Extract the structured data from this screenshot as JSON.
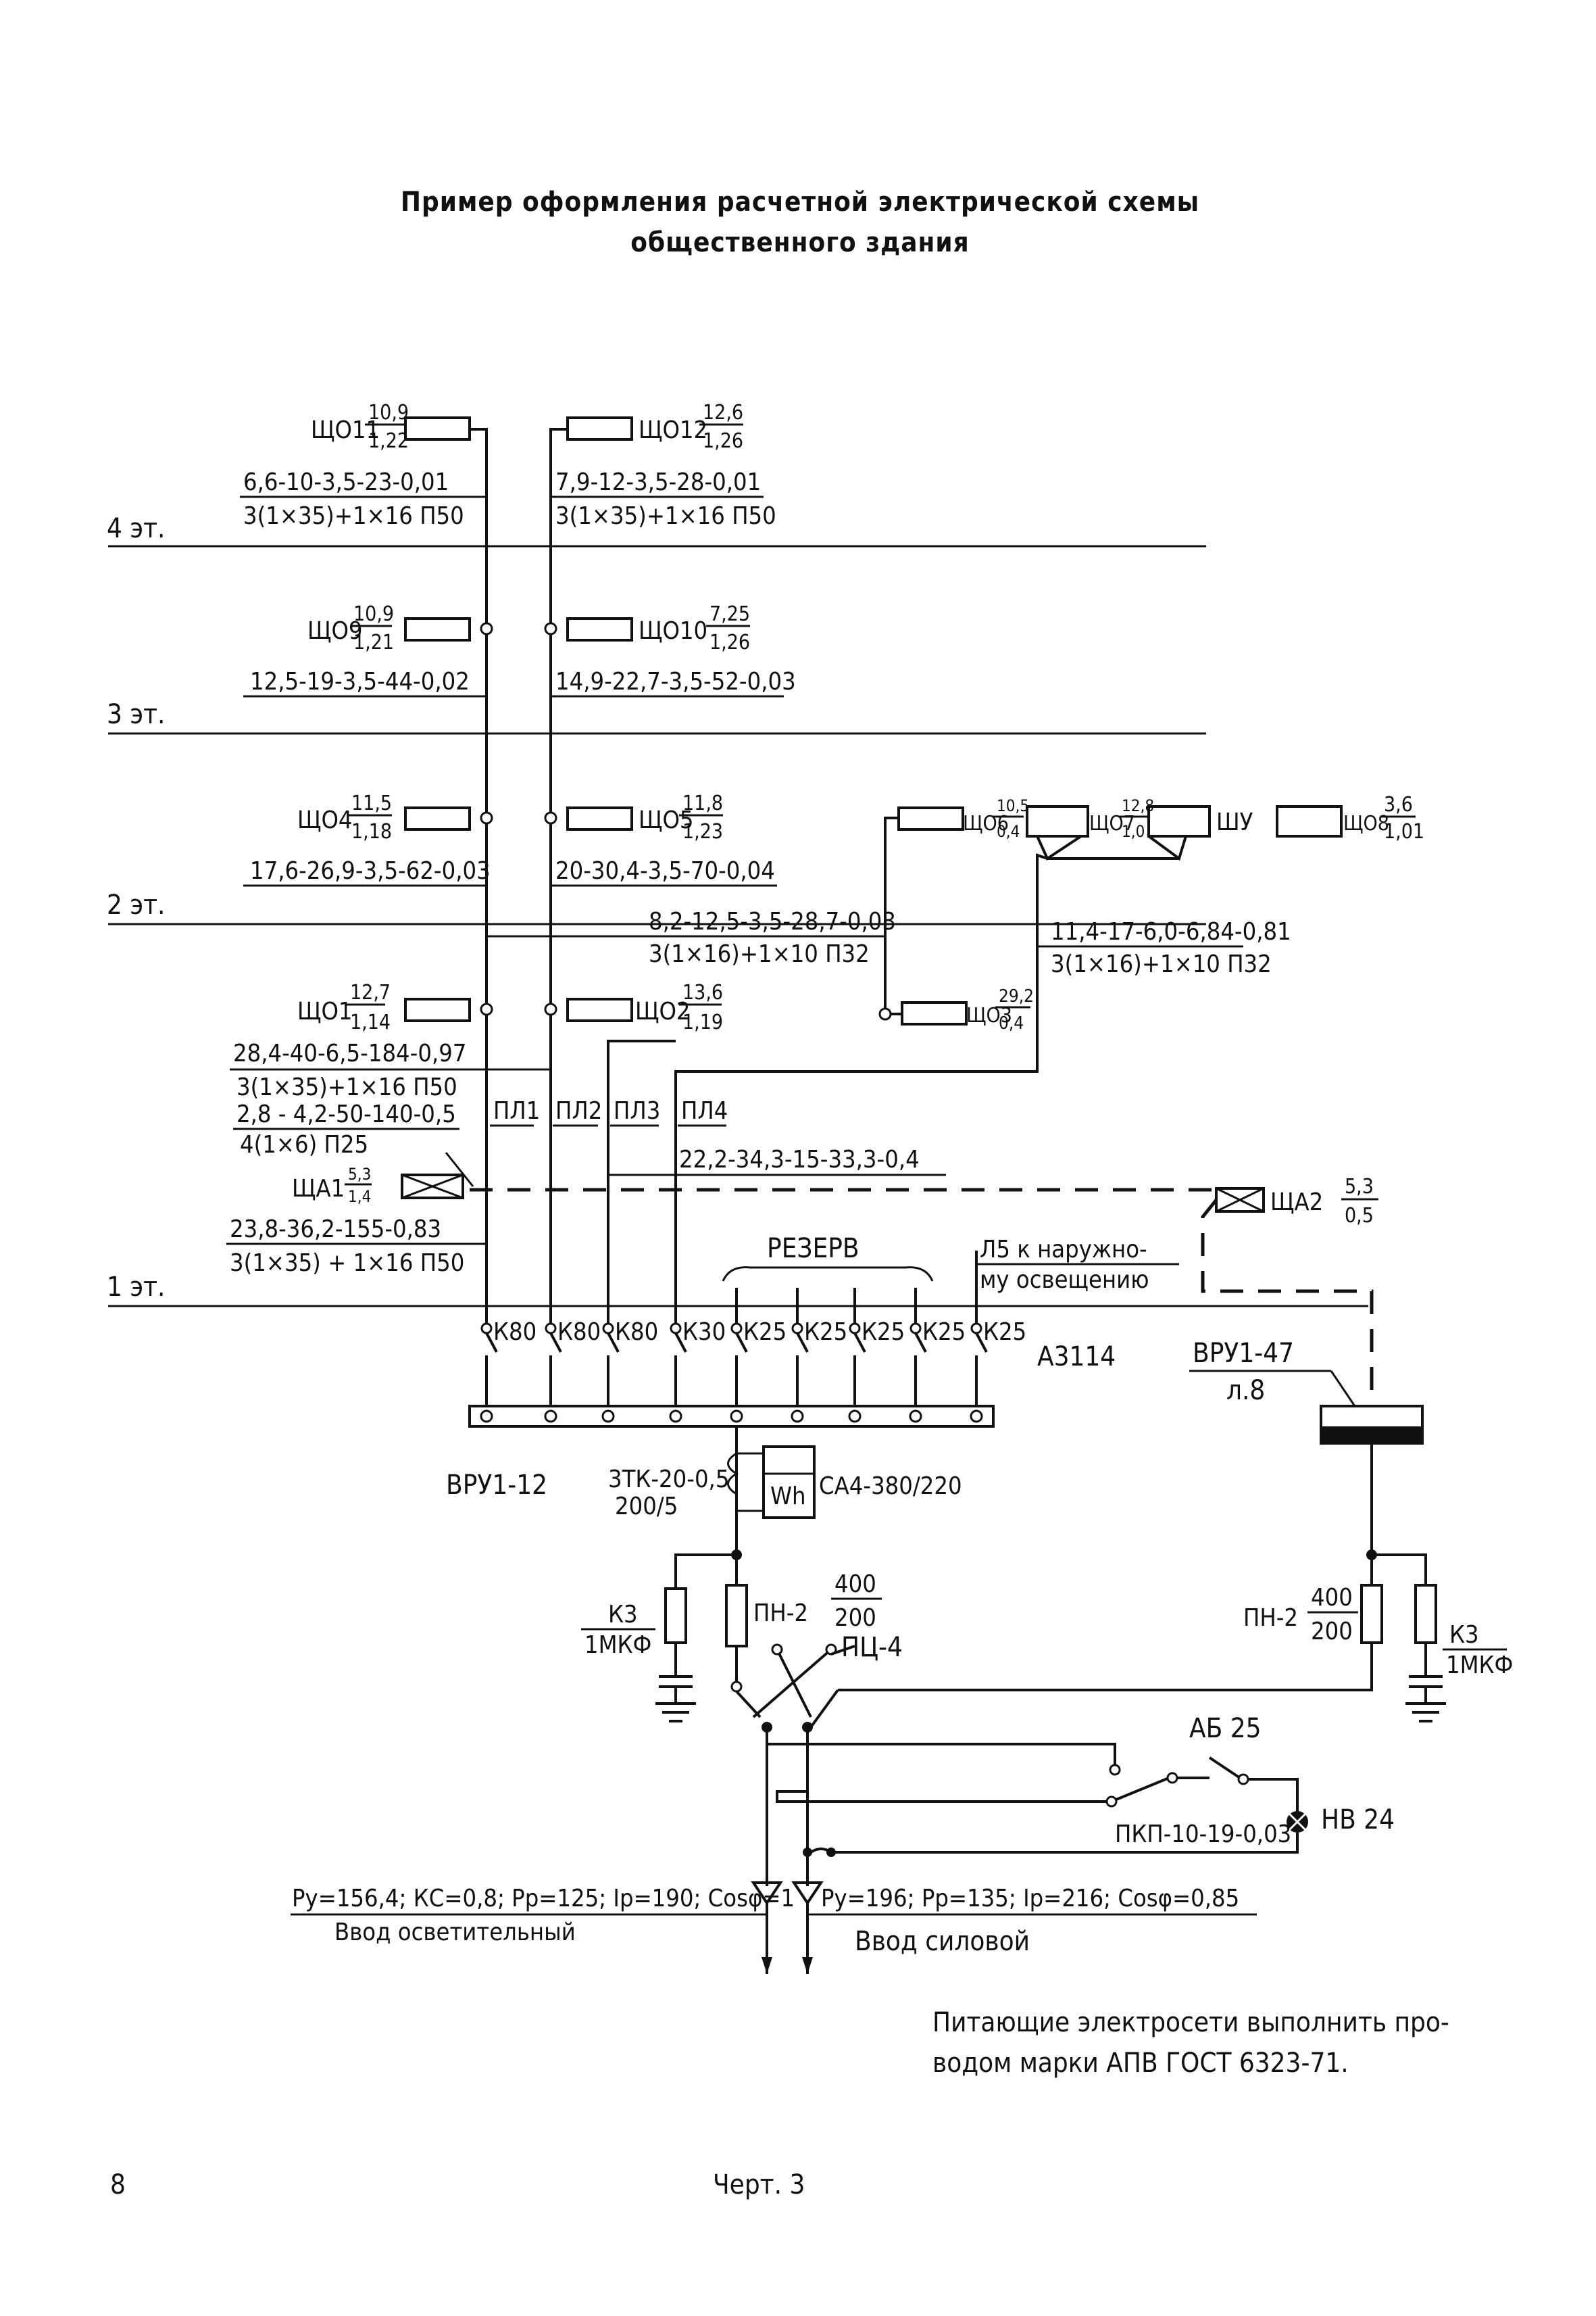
{
  "title": {
    "line1": "Пример оформления расчетной электрической схемы",
    "line2": "общественного здания"
  },
  "floors": {
    "f4": "4 эт.",
    "f3": "3 эт.",
    "f2": "2 эт.",
    "f1": "1 эт."
  },
  "panels": {
    "shch011": {
      "name": "ЩО11",
      "num": "10,9",
      "den": "1,22"
    },
    "shch012": {
      "name": "ЩО12",
      "num": "12,6",
      "den": "1,26"
    },
    "shch09": {
      "name": "ЩО9",
      "num": "10,9",
      "den": "1,21"
    },
    "shch010": {
      "name": "ЩО10",
      "num": "7,25",
      "den": "1,26"
    },
    "shch04": {
      "name": "ЩО4",
      "num": "11,5",
      "den": "1,18"
    },
    "shch05": {
      "name": "ЩО5",
      "num": "11,8",
      "den": "1,23"
    },
    "shch06": {
      "name": "ЩО6",
      "num": "10,5",
      "den": "0,4"
    },
    "shch07": {
      "name": "ЩО7",
      "num": "12,8",
      "den": "1,0"
    },
    "shu": {
      "name": "ШУ"
    },
    "shch08": {
      "name": "ЩО8",
      "num": "3,6",
      "den": "1,01"
    },
    "shch01": {
      "name": "ЩО1",
      "num": "12,7",
      "den": "1,14"
    },
    "shch02": {
      "name": "ЩО2",
      "num": "13,6",
      "den": "1,19"
    },
    "shch03": {
      "name": "ЩО3",
      "num": "29,2",
      "den": "0,4"
    },
    "shcha1": {
      "name": "ЩА1",
      "num": "5,3",
      "den": "1,4"
    },
    "shcha2": {
      "name": "ЩА2",
      "num": "5,3",
      "den": "0,5"
    }
  },
  "cables": {
    "c011": "6,6-10-3,5-23-0,01",
    "c011b": "3(1×35)+1×16 П50",
    "c012": "7,9-12-3,5-28-0,01",
    "c012b": "3(1×35)+1×16 П50",
    "c09": "12,5-19-3,5-44-0,02",
    "c010": "14,9-22,7-3,5-52-0,03",
    "c04": "17,6-26,9-3,5-62-0,03",
    "c05": "20-30,4-3,5-70-0,04",
    "c06": "8,2-12,5-3,5-28,7-0,03",
    "c06b": "3(1×16)+1×10 П32",
    "c07": "11,4-17-6,0-6,84-0,81",
    "c07b": "3(1×16)+1×10 П32",
    "c01": "28,4-40-6,5-184-0,97",
    "c01b": "3(1×35)+1×16 П50",
    "ca1": "2,8 - 4,2-50-140-0,5",
    "ca1b": "4(1×6) П25",
    "cpl4": "22,2-34,3-15-33,3-0,4",
    "cmain": "23,8-36,2-155-0,83",
    "cmainb": "3(1×35) + 1×16 П50"
  },
  "lines": {
    "pl1": "ПЛ1",
    "pl2": "ПЛ2",
    "pl3": "ПЛ3",
    "pl4": "ПЛ4",
    "reserve": "РЕЗЕРВ",
    "l5a": "Л5 к наружно-",
    "l5b": "му освещению"
  },
  "breakers": {
    "k1": "К80",
    "k2": "К80",
    "k3": "К80",
    "k4": "К30",
    "k5": "К25",
    "k6": "К25",
    "k7": "К25",
    "k8": "К25",
    "k9": "К25",
    "type": "А3114"
  },
  "switchgear": {
    "vru12": "ВРУ1-12",
    "vru47": "ВРУ1-47",
    "vru47sheet": "л.8",
    "ct1": "3ТК-20-0,5",
    "ct2": "200/5",
    "meter": "Wh",
    "meterType": "СА4-380/220",
    "fuseL": "ПН-2",
    "fuseLnum": "400",
    "fuseLden": "200",
    "fuseR": "ПН-2",
    "fuseRnum": "400",
    "fuseRden": "200",
    "capL1": "К3",
    "capL2": "1МКФ",
    "capR1": "К3",
    "capR2": "1МКФ",
    "pts": "ПЦ-4",
    "ab": "АБ 25",
    "hv": "НВ 24",
    "pkp": "ПКП-10-19-0,03"
  },
  "inputs": {
    "lightParams": "Pу=156,4; КС=0,8; Pр=125; Iр=190; Cosφ=1",
    "lightName": "Ввод осветительный",
    "powerParams": "Pу=196; Pр=135; Iр=216; Cosφ=0,85",
    "powerName": "Ввод силовой"
  },
  "note": {
    "line1": "Питающие электросети выполнить про-",
    "line2": "водом марки АПВ ГОСТ 6323-71."
  },
  "footer": {
    "page": "8",
    "figure": "Черт. 3"
  }
}
